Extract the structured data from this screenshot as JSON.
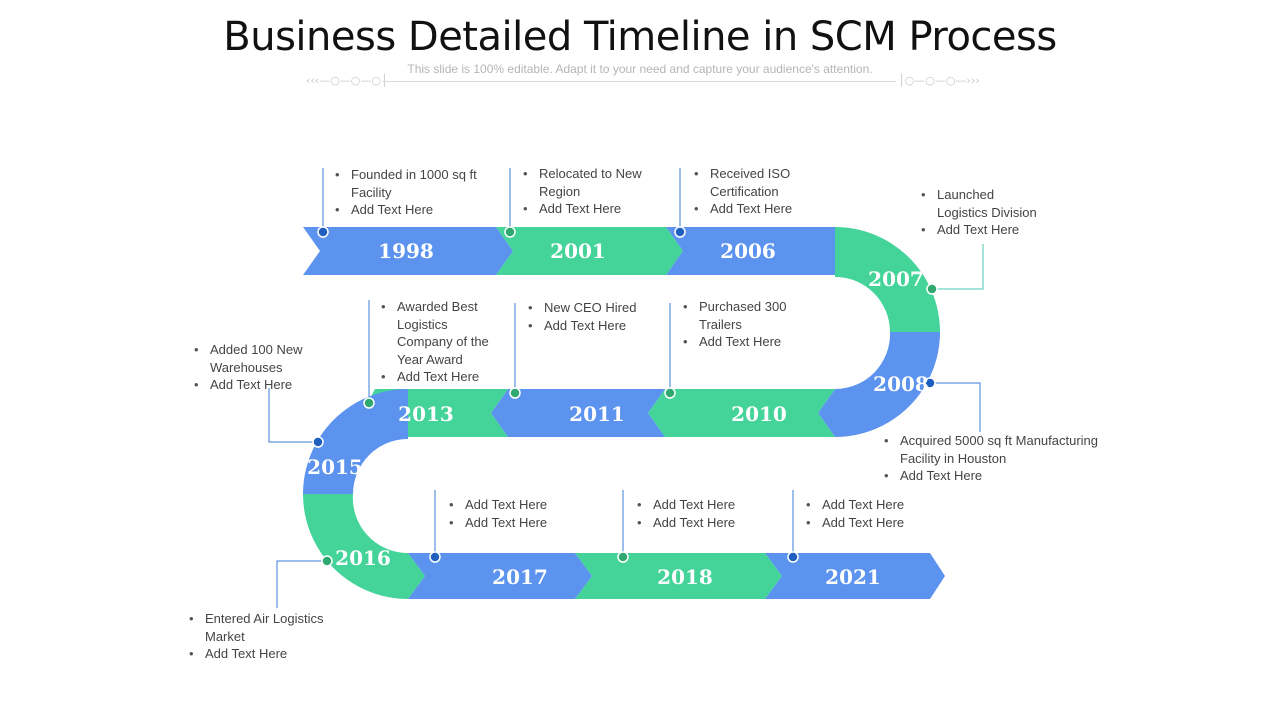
{
  "slide": {
    "title": "Business Detailed Timeline in SCM Process",
    "subtitle": "This slide is 100% editable. Adapt it to your need and capture your audience's attention."
  },
  "colors": {
    "blue": "#5b93ef",
    "green": "#44d49a",
    "marker_blue": "#1f5fbf",
    "marker_green": "#2fa96f",
    "connector": "#3b7dd8"
  },
  "milestones": [
    {
      "year": "1998",
      "color": "blue",
      "bullets": [
        "Founded in 1000 sq ft Facility",
        "Add Text Here"
      ]
    },
    {
      "year": "2001",
      "color": "green",
      "bullets": [
        "Relocated to New Region",
        "Add Text Here"
      ]
    },
    {
      "year": "2006",
      "color": "blue",
      "bullets": [
        "Received ISO Certification",
        "Add Text Here"
      ]
    },
    {
      "year": "2007",
      "color": "green",
      "bullets": [
        "Launched Logistics Division",
        "Add Text Here"
      ]
    },
    {
      "year": "2008",
      "color": "blue",
      "bullets": [
        "Acquired 5000 sq ft Manufacturing Facility in Houston",
        "Add Text Here"
      ]
    },
    {
      "year": "2010",
      "color": "green",
      "bullets": [
        "Purchased 300 Trailers",
        "Add Text Here"
      ]
    },
    {
      "year": "2011",
      "color": "blue",
      "bullets": [
        "New CEO Hired",
        "Add Text Here"
      ]
    },
    {
      "year": "2013",
      "color": "green",
      "bullets": [
        "Awarded Best Logistics Company of the Year Award",
        "Add Text Here"
      ]
    },
    {
      "year": "2015",
      "color": "blue",
      "bullets": [
        "Added 100 New Warehouses",
        "Add Text Here"
      ]
    },
    {
      "year": "2016",
      "color": "green",
      "bullets": [
        "Entered Air Logistics Market",
        "Add Text Here"
      ]
    },
    {
      "year": "2017",
      "color": "blue",
      "bullets": [
        "Add Text Here",
        "Add Text Here"
      ]
    },
    {
      "year": "2018",
      "color": "green",
      "bullets": [
        "Add Text Here",
        "Add Text Here"
      ]
    },
    {
      "year": "2021",
      "color": "blue",
      "bullets": [
        "Add Text Here",
        "Add Text Here"
      ]
    }
  ]
}
